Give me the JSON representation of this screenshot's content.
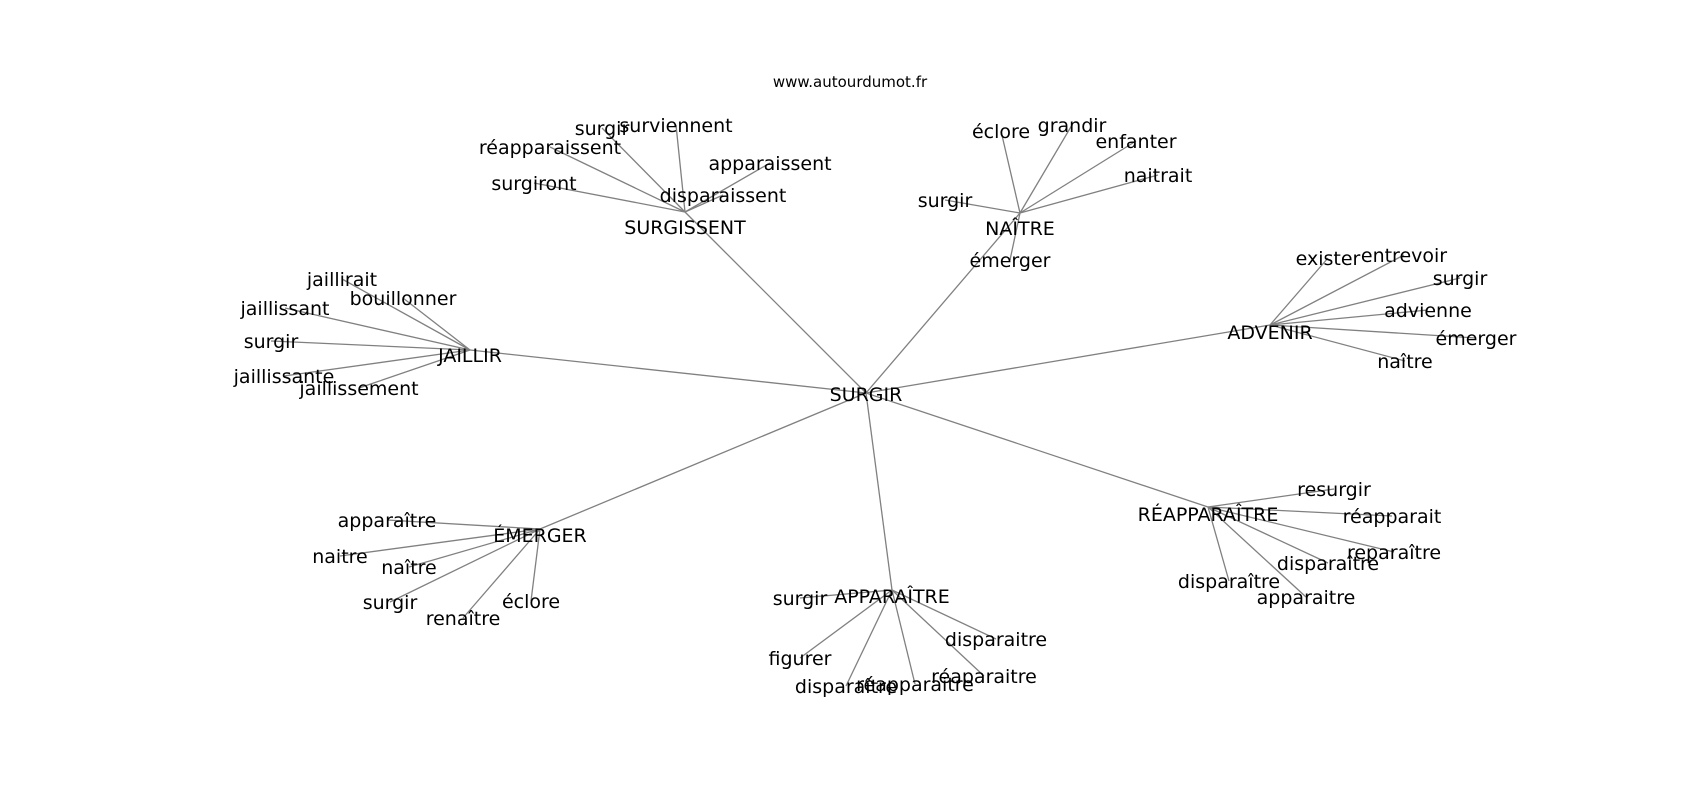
{
  "site": "www.autourdumot.fr",
  "center": "SURGIR",
  "clusters": [
    {
      "label": "SURGISSENT",
      "neighbors": [
        "surgir",
        "surviennent",
        "réapparaissent",
        "apparaissent",
        "surgiront",
        "disparaissent"
      ]
    },
    {
      "label": "NAÎTRE",
      "neighbors": [
        "éclore",
        "grandir",
        "enfanter",
        "naitrait",
        "surgir",
        "émerger"
      ]
    },
    {
      "label": "ADVENIR",
      "neighbors": [
        "exister",
        "entrevoir",
        "surgir",
        "advienne",
        "émerger",
        "naître"
      ]
    },
    {
      "label": "JAILLIR",
      "neighbors": [
        "jaillirait",
        "bouillonner",
        "jaillissant",
        "surgir",
        "jaillissante",
        "jaillissement"
      ]
    },
    {
      "label": "RÉAPPARAÎTRE",
      "neighbors": [
        "resurgir",
        "réapparait",
        "reparaître",
        "disparaître",
        "disparaître",
        "apparaitre"
      ]
    },
    {
      "label": "ÉMERGER",
      "neighbors": [
        "apparaître",
        "naitre",
        "naître",
        "surgir",
        "renaître",
        "éclore"
      ]
    },
    {
      "label": "APPARAÎTRE",
      "neighbors": [
        "surgir",
        "disparaitre",
        "figurer",
        "réaparaitre",
        "disparaître",
        "réapparaitre"
      ]
    }
  ]
}
